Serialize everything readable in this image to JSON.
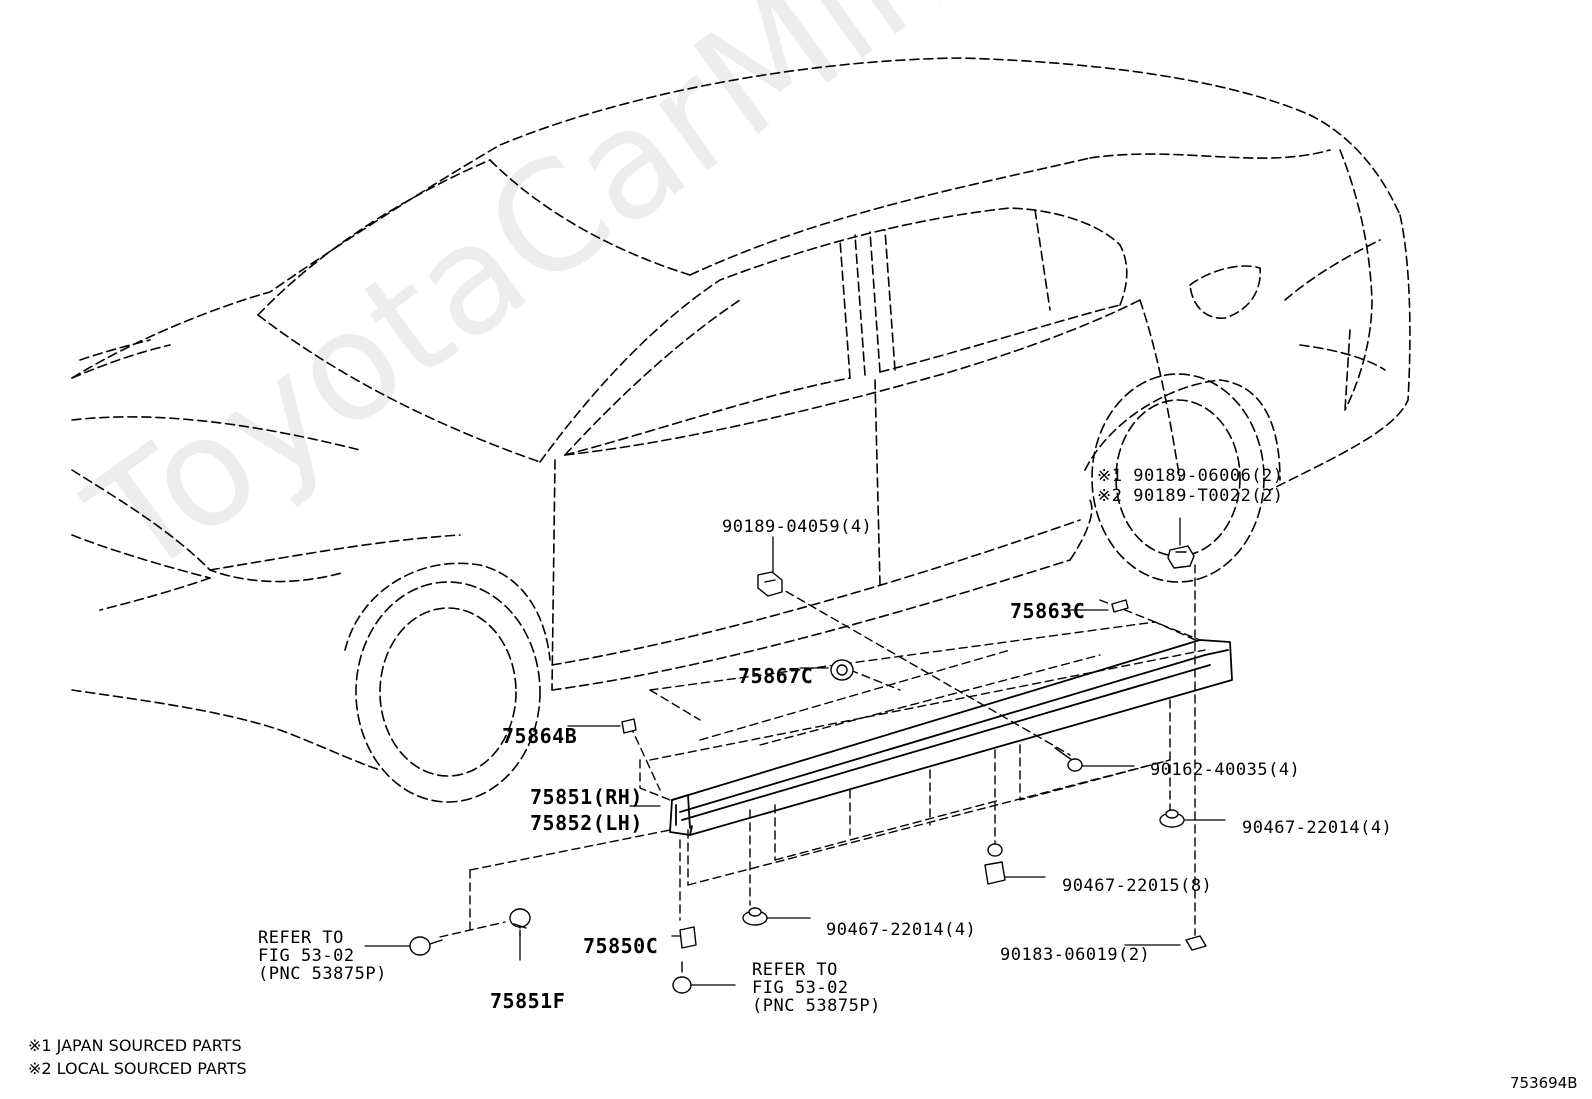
{
  "watermark": "ToyotaCarMine.ru",
  "figure_id": "753694B",
  "notes": [
    "※1 JAPAN SOURCED PARTS",
    "※2 LOCAL SOURCED PARTS"
  ],
  "callouts": {
    "p1": "※1 90189-06006(2)",
    "p2": "※2 90189-T0022(2)",
    "p3": "90189-04059(4)",
    "p4": "75863C",
    "p5": "75867C",
    "p6": "75864B",
    "p7": "90162-40035(4)",
    "p8": "75851(RH)",
    "p9": "75852(LH)",
    "p10": "90467-22014(4)",
    "p11": "90467-22015(8)",
    "p12": "90467-22014(4)",
    "p13": "75850C",
    "p14": "90183-06019(2)",
    "p15": "75851F"
  },
  "refer_left": [
    "REFER TO",
    "FIG 53-02",
    "(PNC 53875P)"
  ],
  "refer_bottom": [
    "REFER TO",
    "FIG 53-02",
    "(PNC 53875P)"
  ]
}
